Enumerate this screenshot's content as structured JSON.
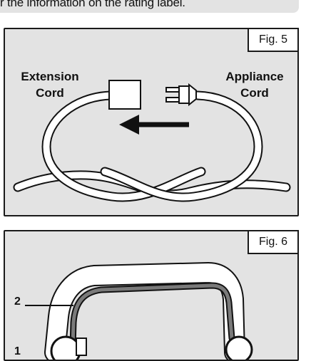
{
  "header": {
    "text": "r the information on the rating label."
  },
  "fig5": {
    "label": "Fig. 5",
    "extension_cord": "Extension\nCord",
    "appliance_cord": "Appliance\nCord"
  },
  "fig6": {
    "label": "Fig. 6",
    "callout_2": "2",
    "callout_1": "1"
  }
}
